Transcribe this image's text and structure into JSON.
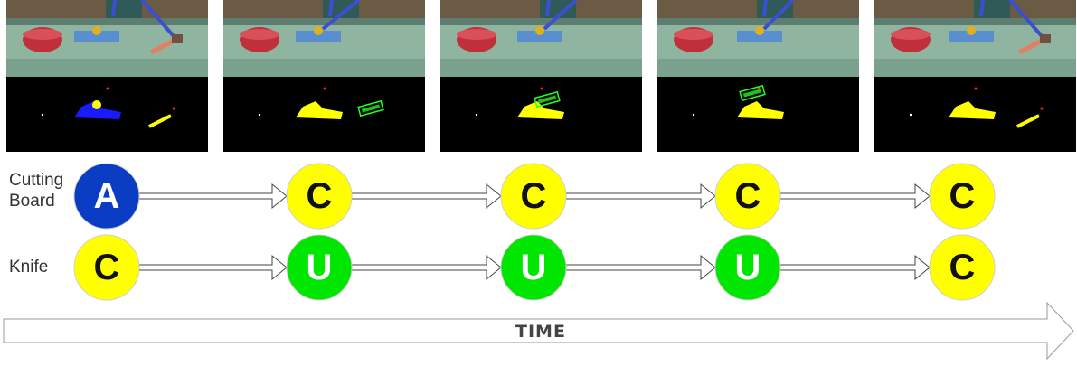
{
  "rows": [
    {
      "label_line1": "Cutting",
      "label_line2": "Board",
      "states": [
        "A",
        "C",
        "C",
        "C",
        "C"
      ]
    },
    {
      "label_line1": "Knife",
      "states": [
        "C",
        "U",
        "U",
        "U",
        "C"
      ]
    }
  ],
  "state_styles": {
    "A": {
      "fill": "#0a3cc4",
      "text": "#ffffff"
    },
    "C": {
      "fill": "#ffff00",
      "text": "#111111"
    },
    "U": {
      "fill": "#00e600",
      "text": "#ffffff"
    }
  },
  "timeline": {
    "label": "TIME"
  },
  "frames": [
    {
      "knife_region": "yellow",
      "board_region": "blue",
      "box": false
    },
    {
      "knife_region": "green-box",
      "board_region": "yellow",
      "box": true
    },
    {
      "knife_region": "green-box",
      "board_region": "yellow",
      "box": true
    },
    {
      "knife_region": "green-box",
      "board_region": "yellow",
      "box": true
    },
    {
      "knife_region": "yellow",
      "board_region": "yellow",
      "box": false
    }
  ]
}
